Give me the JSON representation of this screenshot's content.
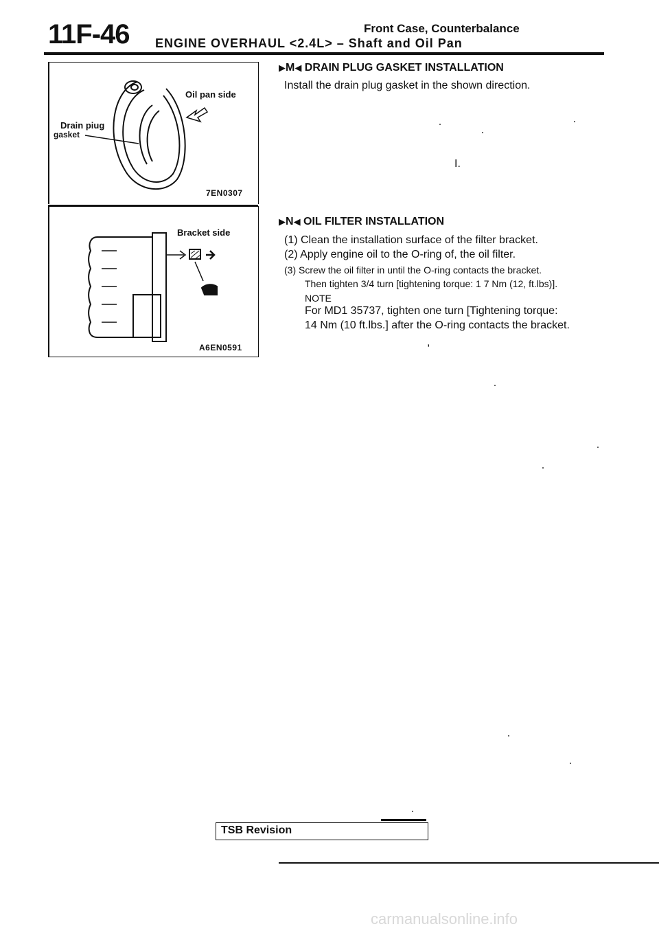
{
  "header": {
    "page_number": "11F-46",
    "line1": "Front Case, Counterbalance",
    "line2": "ENGINE OVERHAUL <2.4L> – Shaft and Oil Pan"
  },
  "figure1": {
    "label_oil_pan_side": "Oil pan side",
    "label_drain_line1": "Drain piug",
    "label_drain_line2": "gasket",
    "code": "7EN0307"
  },
  "figure2": {
    "label_bracket_side": "Bracket side",
    "code": "A6EN0591"
  },
  "section_m": {
    "marker": "M",
    "title": "DRAIN PLUG GASKET INSTALLATION",
    "body": "Install the drain plug gasket in the shown direction.",
    "stray": "I."
  },
  "section_n": {
    "marker": "N",
    "title": "OIL FILTER INSTALLATION",
    "step1": "(1) Clean the installation surface of the filter bracket.",
    "step2": "(2) Apply engine oil to the O-ring of, the oil filter.",
    "step3": "(3) Screw the oil filter in until the O-ring contacts the bracket.",
    "step3b": "Then tighten 3/4 turn [tightening torque: 1 7 Nm (12, ft.lbs)].",
    "note_label": "NOTE",
    "note1": "For MD1 35737, tighten one turn [Tightening torque:",
    "note2": "14 Nm (10 ft.lbs.] after the O-ring contacts the bracket.",
    "comma": ","
  },
  "footer": {
    "tsb": "TSB Revision",
    "url": "carmanualsonline.info"
  }
}
